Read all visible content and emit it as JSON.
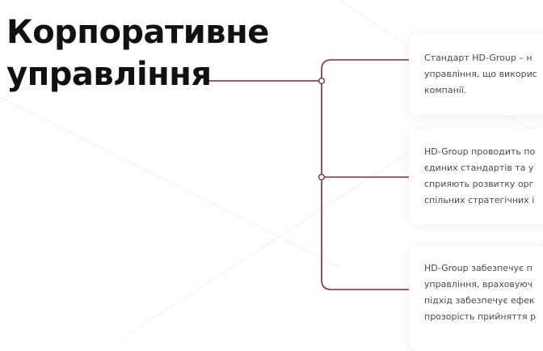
{
  "header": {
    "title_line_1": "Корпоративне",
    "title_line_2": "управління"
  },
  "cards": [
    {
      "lines": [
        "Стандарт HD-Group – н",
        "управління, що викорис",
        "компанії."
      ]
    },
    {
      "lines": [
        "HD-Group проводить по",
        "єдиних стандартів та у",
        "сприяють розвитку орг",
        "спільних стратегічних і"
      ]
    },
    {
      "lines": [
        "HD-Group забезпечує п",
        "управління, враховуюч",
        "підхід забезпечує ефек",
        "прозорість прийняття р"
      ]
    }
  ],
  "colors": {
    "accent": "#7a2f39",
    "title": "#111111",
    "body_text": "#4a4a4a",
    "background": "#ffffff"
  }
}
